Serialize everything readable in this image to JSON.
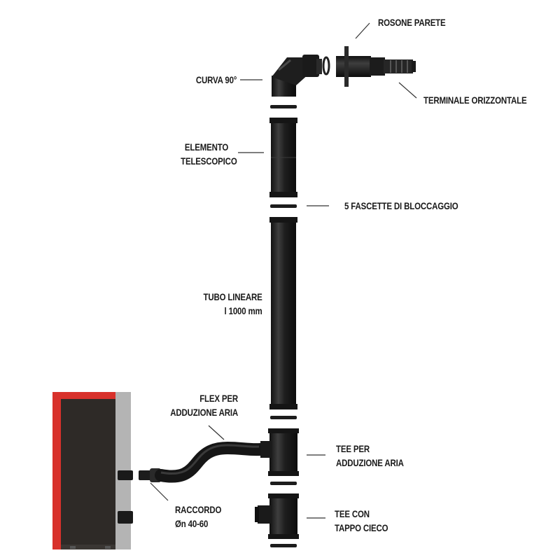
{
  "labels": {
    "rosone_parete": "ROSONE PARETE",
    "curva_90": "CURVA 90°",
    "terminale_orizzontale": "TERMINALE ORIZZONTALE",
    "elemento_telescopico": [
      "ELEMENTO",
      "TELESCOPICO"
    ],
    "fascette": "5 FASCETTE DI BLOCCAGGIO",
    "tubo_lineare": [
      "TUBO LINEARE",
      "l 1000 mm"
    ],
    "flex": [
      "FLEX PER",
      "ADDUZIONE ARIA"
    ],
    "tee_aria": [
      "TEE PER",
      "ADDUZIONE ARIA"
    ],
    "raccordo": [
      "RACCORDO",
      "Øn 40-60"
    ],
    "tee_cieco": [
      "TEE CON",
      "TAPPO CIECO"
    ]
  },
  "colors": {
    "pipe": "#1c1c1c",
    "pipe_highlight": "#4a4a4a",
    "stove_red": "#d8312b",
    "stove_grey": "#b4b4b4",
    "stove_body": "#2e2a27",
    "leader": "#333333"
  }
}
